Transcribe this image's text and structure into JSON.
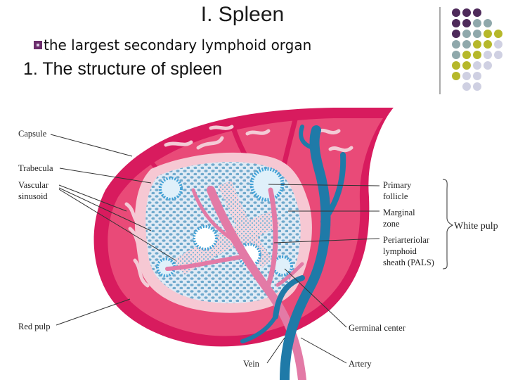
{
  "header": {
    "title": "I.  Spleen",
    "bullet": "the largest secondary lymphoid organ",
    "subheading": "1. The structure of spleen"
  },
  "labels": {
    "capsule": "Capsule",
    "trabecula": "Trabecula",
    "vascular_1": "Vascular",
    "vascular_2": "sinusoid",
    "red_pulp": "Red pulp",
    "primary_1": "Primary",
    "primary_2": "follicle",
    "marginal_1": "Marginal",
    "marginal_2": "zone",
    "pals_1": "Periarteriolar",
    "pals_2": "lymphoid",
    "pals_3": "sheath (PALS)",
    "white_pulp": "White pulp",
    "germinal": "Germinal center",
    "vein": "Vein",
    "artery": "Artery"
  },
  "colors": {
    "capsule": "#d81b5e",
    "red_pulp": "#e94a78",
    "marginal": "#f6c8d3",
    "white_pulp": "#dfeaf5",
    "lymphocyte": "#6fb3d8",
    "vein": "#1f7aa8",
    "artery": "#e37aa6",
    "deco_purple": "#4e2a5a",
    "deco_teal": "#8fa8ab",
    "deco_olive": "#b6b82a",
    "deco_lavender": "#cfd0e2"
  }
}
